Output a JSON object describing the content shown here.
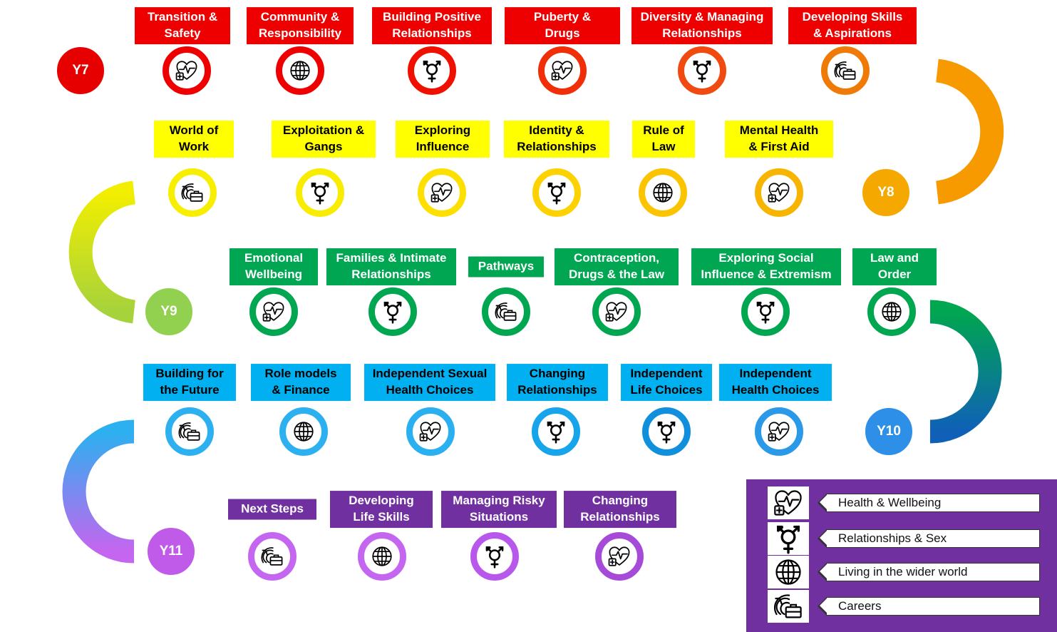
{
  "years": [
    {
      "label": "Y7",
      "color": "#e60000",
      "topics": [
        {
          "lines": [
            "Transition &",
            "Safety"
          ],
          "icon": "health-icon"
        },
        {
          "lines": [
            "Community &",
            "Responsibility"
          ],
          "icon": "globe-icon"
        },
        {
          "lines": [
            "Building Positive",
            "Relationships"
          ],
          "icon": "gender-icon"
        },
        {
          "lines": [
            "Puberty &",
            "Drugs"
          ],
          "icon": "health-icon"
        },
        {
          "lines": [
            "Diversity & Managing",
            "Relationships"
          ],
          "icon": "gender-icon"
        },
        {
          "lines": [
            "Developing Skills",
            "& Aspirations"
          ],
          "icon": "careers-icon"
        }
      ]
    },
    {
      "label": "Y8",
      "color": "#f5a800",
      "topics": [
        {
          "lines": [
            "World of",
            "Work"
          ],
          "icon": "careers-icon"
        },
        {
          "lines": [
            "Exploitation &",
            "Gangs"
          ],
          "icon": "gender-icon"
        },
        {
          "lines": [
            "Exploring",
            "Influence"
          ],
          "icon": "health-icon"
        },
        {
          "lines": [
            "Identity &",
            "Relationships"
          ],
          "icon": "gender-icon"
        },
        {
          "lines": [
            "Rule of",
            "Law"
          ],
          "icon": "globe-icon"
        },
        {
          "lines": [
            "Mental Health",
            "& First Aid"
          ],
          "icon": "health-icon"
        }
      ]
    },
    {
      "label": "Y9",
      "color": "#92d050",
      "topics": [
        {
          "lines": [
            "Emotional",
            "Wellbeing"
          ],
          "icon": "health-icon"
        },
        {
          "lines": [
            "Families & Intimate",
            "Relationships"
          ],
          "icon": "gender-icon"
        },
        {
          "lines": [
            "Pathways"
          ],
          "icon": "careers-icon"
        },
        {
          "lines": [
            "Contraception,",
            "Drugs & the Law"
          ],
          "icon": "health-icon"
        },
        {
          "lines": [
            "Exploring Social",
            "Influence & Extremism"
          ],
          "icon": "gender-icon"
        },
        {
          "lines": [
            "Law and",
            "Order"
          ],
          "icon": "globe-icon"
        }
      ]
    },
    {
      "label": "Y10",
      "color": "#2e8fe8",
      "topics": [
        {
          "lines": [
            "Building for",
            "the Future"
          ],
          "icon": "careers-icon"
        },
        {
          "lines": [
            "Role models",
            "& Finance"
          ],
          "icon": "globe-icon"
        },
        {
          "lines": [
            "Independent Sexual",
            "Health Choices"
          ],
          "icon": "health-icon"
        },
        {
          "lines": [
            "Changing",
            "Relationships"
          ],
          "icon": "gender-icon"
        },
        {
          "lines": [
            "Independent",
            "Life Choices"
          ],
          "icon": "gender-icon"
        },
        {
          "lines": [
            "Independent",
            "Health Choices"
          ],
          "icon": "health-icon"
        }
      ]
    },
    {
      "label": "Y11",
      "color": "#c05ae8",
      "topics": [
        {
          "lines": [
            "Next Steps"
          ],
          "icon": "careers-icon"
        },
        {
          "lines": [
            "Developing",
            "Life Skills"
          ],
          "icon": "globe-icon"
        },
        {
          "lines": [
            "Managing Risky",
            "Situations"
          ],
          "icon": "gender-icon"
        },
        {
          "lines": [
            "Changing",
            "Relationships"
          ],
          "icon": "health-icon"
        }
      ]
    }
  ],
  "legend": [
    {
      "icon": "health-icon",
      "label": "Health & Wellbeing"
    },
    {
      "icon": "gender-icon",
      "label": "Relationships & Sex"
    },
    {
      "icon": "globe-icon",
      "label": "Living in the wider world"
    },
    {
      "icon": "careers-icon",
      "label": "Careers"
    }
  ]
}
